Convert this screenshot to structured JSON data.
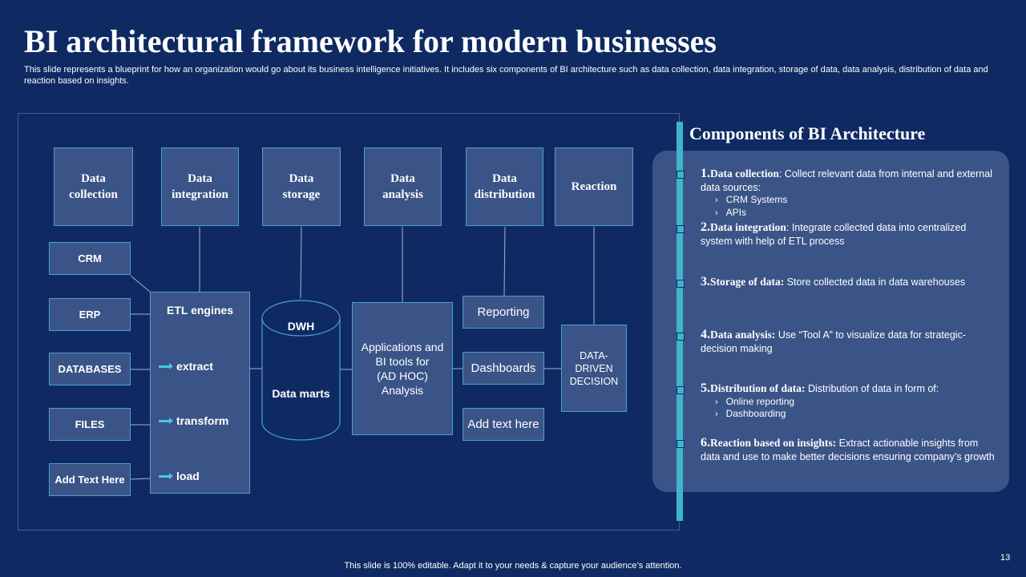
{
  "slide": {
    "title": "BI architectural framework for modern businesses",
    "subtitle": "This slide represents a blueprint for how an organization would go about its business intelligence initiatives. It includes six components of BI architecture such as data collection, data integration, storage of data, data analysis, distribution of data and reaction based on insights.",
    "footer": "This slide is 100% editable. Adapt it to your needs & capture your audience’s attention.",
    "page_number": "13"
  },
  "diagram": {
    "headers": [
      {
        "line1": "Data",
        "line2": "collection"
      },
      {
        "line1": "Data",
        "line2": "integration"
      },
      {
        "line1": "Data",
        "line2": "storage"
      },
      {
        "line1": "Data",
        "line2": "analysis"
      },
      {
        "line1": "Data",
        "line2": "distribution"
      },
      {
        "line1": "Reaction",
        "line2": ""
      }
    ],
    "sources": [
      "CRM",
      "ERP",
      "DATABASES",
      "FILES",
      "Add Text Here"
    ],
    "etl": {
      "title": "ETL engines",
      "steps": [
        "extract",
        "transform",
        "load"
      ]
    },
    "storage": {
      "top_label": "DWH",
      "bottom_label": "Data marts"
    },
    "analysis_box": {
      "line1": "Applications and",
      "line2": "BI tools for",
      "line3": "(AD HOC)",
      "line4": "Analysis"
    },
    "outputs": [
      "Reporting",
      "Dashboards",
      "Add text here"
    ],
    "decision": {
      "line1": "DATA-",
      "line2": "DRIVEN",
      "line3": "DECISION"
    }
  },
  "components": {
    "title": "Components of BI Architecture",
    "items": [
      {
        "number": "1.",
        "heading": "Data collection",
        "text": ": Collect relevant  data from internal  and external data sources:",
        "subs": [
          "CRM Systems",
          "APIs"
        ]
      },
      {
        "number": "2.",
        "heading": "Data integration",
        "text": ": Integrate collected data into centralized system with help of ETL process",
        "subs": []
      },
      {
        "number": "3.",
        "heading": "Storage of data:",
        "text": " Store collected data in data warehouses",
        "subs": []
      },
      {
        "number": "4.",
        "heading": "Data analysis:",
        "text": " Use “Tool  A” to visualize data for strategic-decision making",
        "subs": []
      },
      {
        "number": "5.",
        "heading": "Distribution of data:",
        "text": " Distribution of data in form of:",
        "subs": [
          "Online reporting",
          "Dashboarding"
        ]
      },
      {
        "number": "6.",
        "heading": "Reaction based on insights:",
        "text": " Extract actionable insights from data and use to make better decisions ensuring company’s growth",
        "subs": []
      }
    ],
    "sub_bullet": "›"
  },
  "colors": {
    "background": "#0f2a63",
    "box_fill": "#3b5487",
    "box_border": "#4a9fd0",
    "accent": "#3fb5c9",
    "connector": "#9fb3d6"
  }
}
